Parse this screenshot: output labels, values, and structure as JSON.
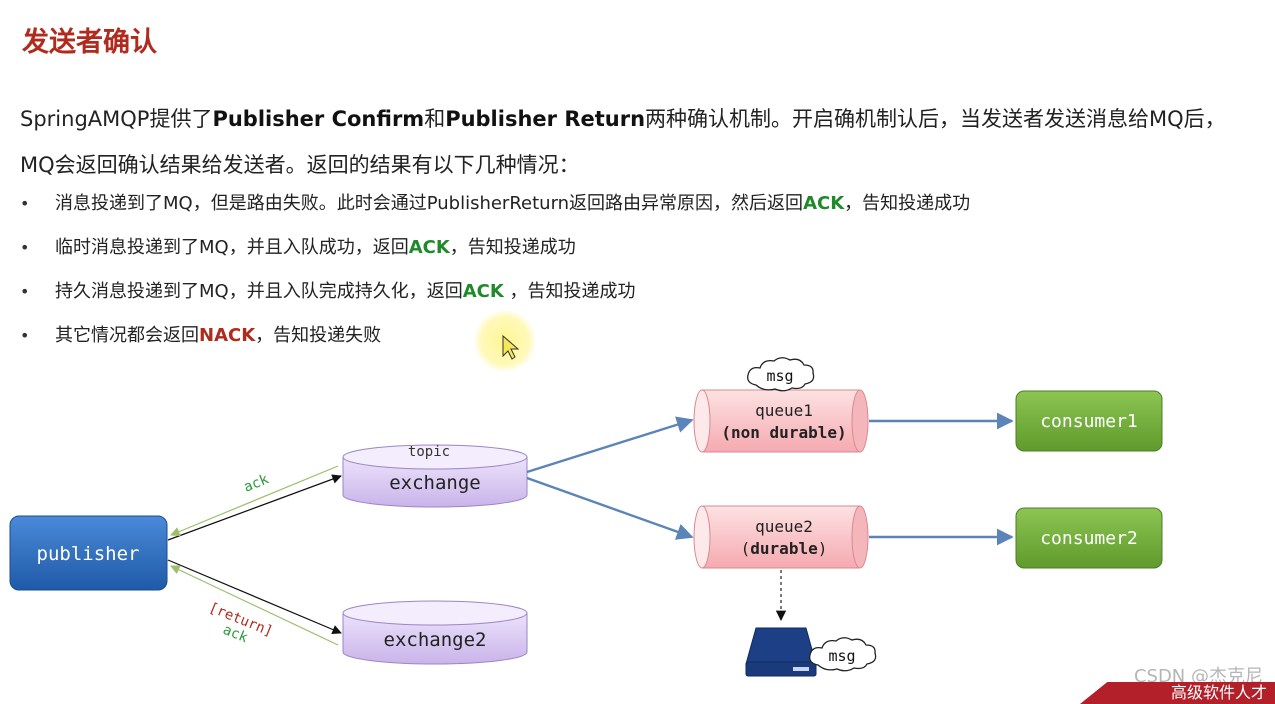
{
  "title": "发送者确认",
  "intro": {
    "p1": "SpringAMQP提供了",
    "b1": "Publisher Confirm",
    "p2": "和",
    "b2": "Publisher Return",
    "p3": "两种确认机制。开启确机制认后，当发送者发送消息给MQ后，MQ会返回确认结果给发送者。返回的结果有以下几种情况："
  },
  "bullets": [
    {
      "pre": "消息投递到了MQ，但是路由失败。此时会通过PublisherReturn返回路由异常原因，然后返回",
      "key": "ACK",
      "post": "，告知投递成功"
    },
    {
      "pre": "临时消息投递到了MQ，并且入队成功，返回",
      "key": "ACK",
      "post": "，告知投递成功"
    },
    {
      "pre": "持久消息投递到了MQ，并且入队完成持久化，返回",
      "key": "ACK",
      "post": " ，告知投递成功"
    },
    {
      "pre": "其它情况都会返回",
      "key": "NACK",
      "post": "，告知投递失败"
    }
  ],
  "diagram": {
    "publisher": "publisher",
    "exchange_tag": "topic",
    "exchange": "exchange",
    "exchange2": "exchange2",
    "queue1_line1": "queue1",
    "queue1_line2": "(non durable)",
    "queue1_pre": "(",
    "queue1_bold": "non durable",
    "queue1_post": ")",
    "queue2_line1": "queue2",
    "queue2_pre": "(",
    "queue2_bold": "durable",
    "queue2_post": ")",
    "consumer1": "consumer1",
    "consumer2": "consumer2",
    "msg": "msg",
    "ack_top": "ack",
    "return_label": "[return]",
    "ack_bottom": "ack"
  },
  "watermark": "CSDN @杰克尼",
  "corner_text": "高级软件人才",
  "colors": {
    "title": "#b02a1e",
    "ack": "#1f8a2a",
    "nack": "#b02a1e",
    "publisher": "#2f6fbf",
    "consumer": "#6fa73a",
    "exchange": "#d8c8f0",
    "queue": "#f8c4c6"
  }
}
